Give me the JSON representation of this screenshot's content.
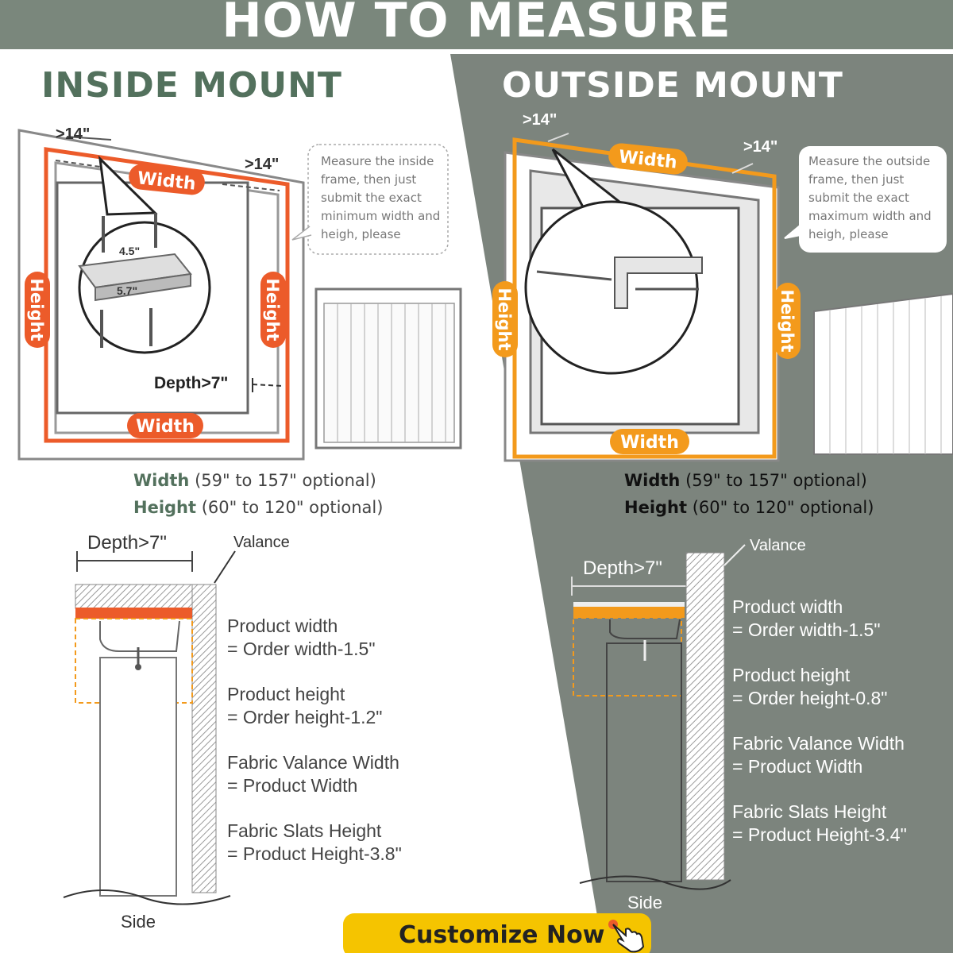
{
  "banner": {
    "title": "HOW TO MEASURE"
  },
  "inside": {
    "title": "INSIDE MOUNT",
    "clearance_top_left": ">14\"",
    "clearance_top_right": ">14\"",
    "width_label_top": "Width",
    "width_label_bottom": "Width",
    "height_label_left": "Height",
    "height_label_right": "Height",
    "bracket_dim_a": "4.5\"",
    "bracket_dim_b": "5.7\"",
    "depth_label": "Depth>7\"",
    "note": "Measure the inside frame, then just submit the exact minimum width and heigh, please",
    "width_range_key": "Width",
    "width_range_value": "(59\" to 157\" optional)",
    "height_range_key": "Height",
    "height_range_value": "(60\" to 120\" optional)",
    "side_depth": "Depth>7\"",
    "valance": "Valance",
    "side": "Side",
    "formulas": [
      {
        "title": "Product width",
        "value": "= Order width-1.5\""
      },
      {
        "title": "Product height",
        "value": "= Order height-1.2\""
      },
      {
        "title": "Fabric Valance Width",
        "value": "= Product Width"
      },
      {
        "title": "Fabric Slats Height",
        "value": "= Product Height-3.8\""
      }
    ]
  },
  "outside": {
    "title": "OUTSIDE MOUNT",
    "clearance_top_left": ">14\"",
    "clearance_top_right": ">14\"",
    "width_label_top": "Width",
    "width_label_bottom": "Width",
    "height_label_left": "Height",
    "height_label_right": "Height",
    "note": "Measure the outside frame, then just submit the exact maximum width and heigh, please",
    "width_range_key": "Width",
    "width_range_value": "(59\" to 157\" optional)",
    "height_range_key": "Height",
    "height_range_value": "(60\" to 120\" optional)",
    "side_depth": "Depth>7\"",
    "valance": "Valance",
    "side": "Side",
    "formulas": [
      {
        "title": "Product width",
        "value": "= Order width-1.5\""
      },
      {
        "title": "Product height",
        "value": "= Order height-0.8\""
      },
      {
        "title": "Fabric Valance Width",
        "value": "= Product Width"
      },
      {
        "title": "Fabric Slats Height",
        "value": "= Product Height-3.4\""
      }
    ]
  },
  "cta": {
    "label": "Customize Now"
  },
  "colors": {
    "banner": "#7a877c",
    "inside_title": "#53715d",
    "panel_gray": "#7c847d",
    "orange": "#ec5b2a",
    "orange_outside": "#f39a1c",
    "cta": "#f5c400"
  },
  "icons": {
    "hand": "pointing-hand-icon",
    "screw": "screw-icon",
    "bracket": "bracket-icon"
  }
}
